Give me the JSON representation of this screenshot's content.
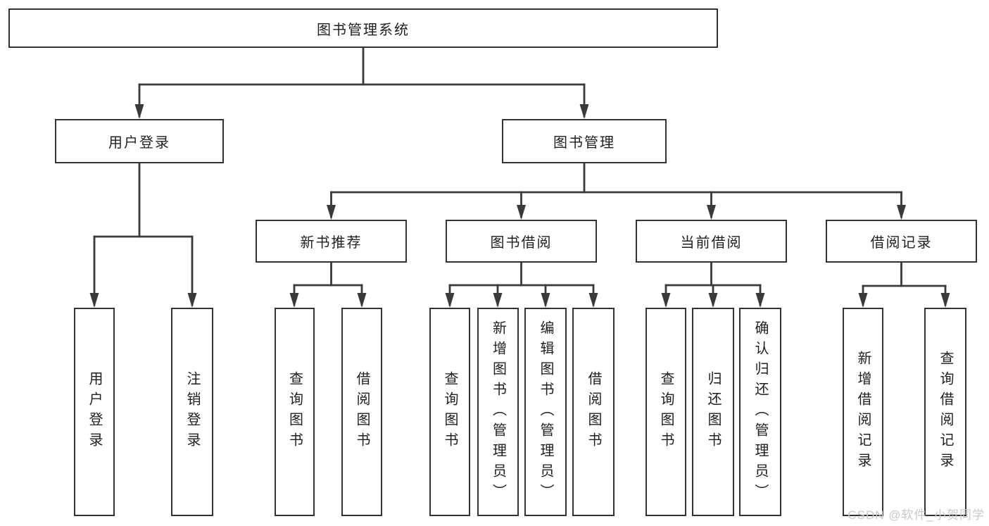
{
  "tree": {
    "root": {
      "label": "图书管理系统"
    },
    "branches": [
      {
        "label": "用户登录",
        "children": [
          {
            "label": "用户登录"
          },
          {
            "label": "注销登录"
          }
        ]
      },
      {
        "label": "图书管理",
        "children": [
          {
            "label": "新书推荐",
            "children": [
              {
                "label": "查询图书"
              },
              {
                "label": "借阅图书"
              }
            ]
          },
          {
            "label": "图书借阅",
            "children": [
              {
                "label": "查询图书"
              },
              {
                "label": "新增图书（管理员）"
              },
              {
                "label": "编辑图书（管理员）"
              },
              {
                "label": "借阅图书"
              }
            ]
          },
          {
            "label": "当前借阅",
            "children": [
              {
                "label": "查询图书"
              },
              {
                "label": "归还图书"
              },
              {
                "label": "确认归还（管理员）"
              }
            ]
          },
          {
            "label": "借阅记录",
            "children": [
              {
                "label": "新增借阅记录"
              },
              {
                "label": "查询借阅记录"
              }
            ]
          }
        ]
      }
    ]
  },
  "watermark": {
    "text": "CSDN @软件_小贺同学",
    "color": "#c9c9c9"
  },
  "colors": {
    "line": "#3a3a3a",
    "border": "#333333",
    "text": "#1f1f1f",
    "background": "#ffffff"
  }
}
